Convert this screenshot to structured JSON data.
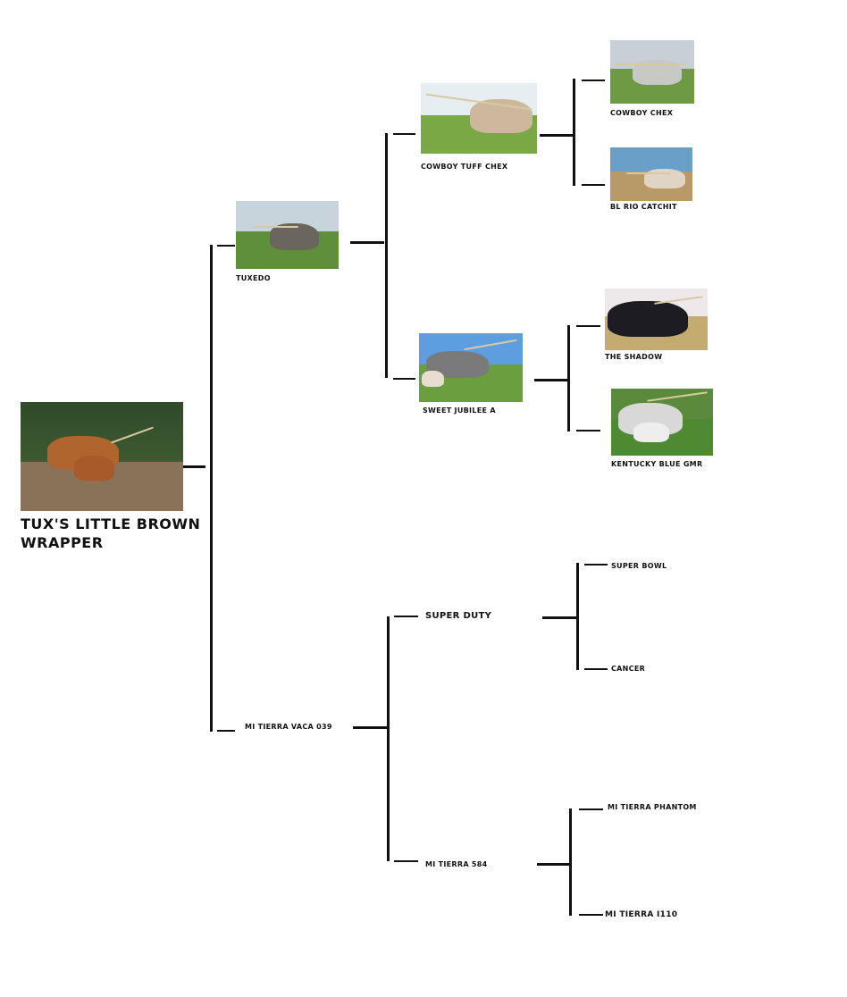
{
  "subject": {
    "name_line1": "TUX'S LITTLE BROWN",
    "name_line2": "WRAPPER"
  },
  "sire": {
    "name": "TUXEDO"
  },
  "dam": {
    "name": "MI TIERRA VACA 039"
  },
  "sire_sire": {
    "name": "COWBOY TUFF CHEX"
  },
  "sire_dam": {
    "name": "SWEET JUBILEE A"
  },
  "dam_sire": {
    "name": "SUPER DUTY"
  },
  "dam_dam": {
    "name": "MI TIERRA 584"
  },
  "ggp": {
    "cowboy_chex": "COWBOY CHEX",
    "bl_rio_catchit": "BL RIO CATCHIT",
    "the_shadow": "THE SHADOW",
    "kentucky_blue_gmr": "KENTUCKY BLUE GMR",
    "super_bowl": "SUPER BOWL",
    "cancer": "CANCER",
    "mi_tierra_phantom": "MI TIERRA PHANTOM",
    "mi_tierra_i110": "MI TIERRA I110"
  }
}
